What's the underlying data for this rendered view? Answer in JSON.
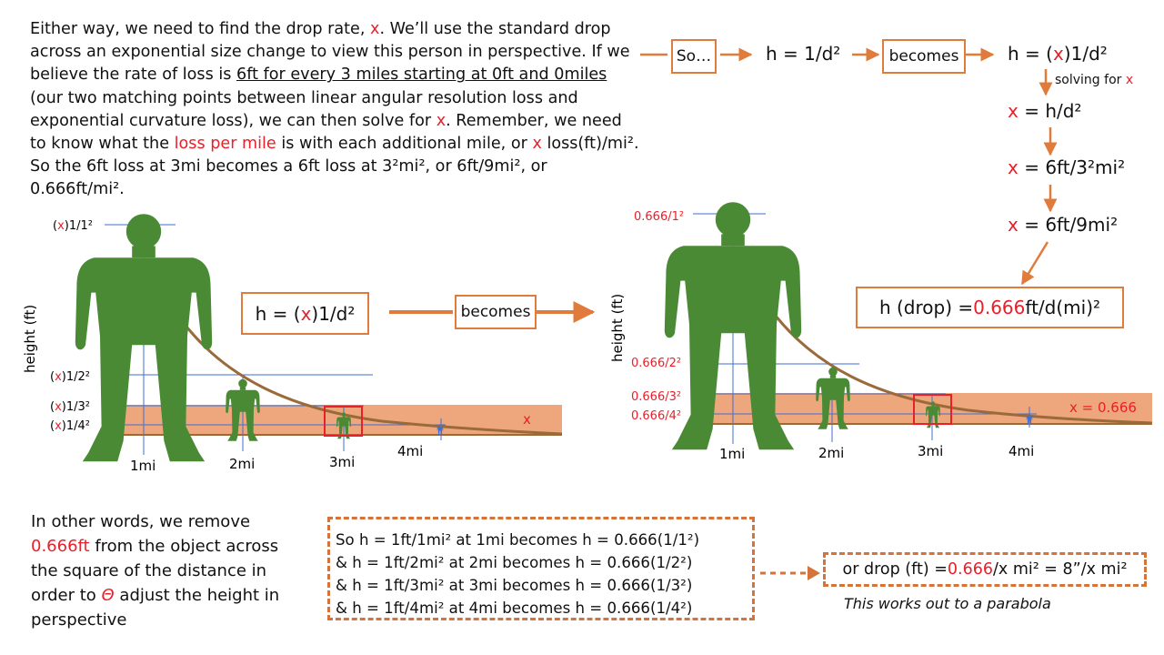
{
  "intro": {
    "p1": "Either way, we need to find the drop rate, ",
    "x1": "x",
    "p2": ".  We’ll use the standard drop across an exponential size change to view this person in perspective. If we believe the rate of loss is ",
    "u1": "6ft for every 3 miles starting at 0ft and 0miles",
    "p3": " (our two matching points between linear angular resolution loss and exponential curvature loss), we can then solve for ",
    "x2": "x",
    "p4": ".  Remember, we need to know what the ",
    "loss": "loss per mile",
    "p5": " is with each additional mile, or ",
    "x3": "x",
    "p6": " loss(ft)/mi².  So the 6ft loss at 3mi becomes a 6ft loss at 3²mi², or 6ft/9mi², or 0.666ft/mi²."
  },
  "flow": {
    "so": "So…",
    "eq1": "h = 1/d²",
    "becomes": "becomes",
    "eq2_a": "h = (",
    "eq2_x": "x",
    "eq2_b": ")1/d²",
    "solving": "solving for ",
    "solving_x": "x",
    "step1_x": "x",
    "step1": " = h/d²",
    "step2_x": "x",
    "step2": " = 6ft/3²mi²",
    "step3_x": "x",
    "step3": " = 6ft/9mi²",
    "final_a": "h (drop) = ",
    "final_val": "0.666",
    "final_b": "ft/d(mi)²"
  },
  "left_chart": {
    "ylabel": "height (ft)",
    "levels": [
      {
        "pre": "(",
        "x": "x",
        "post": ")1/1²"
      },
      {
        "pre": "(",
        "x": "x",
        "post": ")1/2²"
      },
      {
        "pre": "(",
        "x": "x",
        "post": ")1/3²"
      },
      {
        "pre": "(",
        "x": "x",
        "post": ")1/4²"
      }
    ],
    "ticks": [
      "1mi",
      "2mi",
      "3mi",
      "4mi"
    ],
    "band_label": "x",
    "formula_a": "h = (",
    "formula_x": "x",
    "formula_b": ")1/d²",
    "becomes": "becomes"
  },
  "right_chart": {
    "ylabel": "height (ft)",
    "levels": [
      "0.666/1²",
      "0.666/2²",
      "0.666/3²",
      "0.666/4²"
    ],
    "ticks": [
      "1mi",
      "2mi",
      "3mi",
      "4mi"
    ],
    "band_label": "x = 0.666"
  },
  "bottom": {
    "t1": "In other words, we remove ",
    "val": "0.666ft",
    "t2": " from the object across the square of the distance in order to ",
    "theta": "Θ",
    "t3": " adjust the height in perspective",
    "examples": [
      "So h = 1ft/1mi² at 1mi becomes h = 0.666(1/1²)",
      " & h = 1ft/2mi² at 2mi becomes h = 0.666(1/2²)",
      " & h = 1ft/3mi² at 3mi becomes h = 0.666(1/3²)",
      " & h = 1ft/4mi² at 4mi becomes h = 0.666(1/4²)"
    ],
    "result_a": "or drop (ft) = ",
    "result_val": "0.666",
    "result_b": "/x mi² = 8”/x mi²",
    "note": "This works out to a parabola"
  },
  "colors": {
    "accent_orange": "#e07b3c",
    "band": "#eea77c",
    "figure_green": "#4a8a34",
    "curve_brown": "#9b6a3a",
    "guide_blue": "#3f6fd1",
    "highlight_red": "#e8202a"
  }
}
